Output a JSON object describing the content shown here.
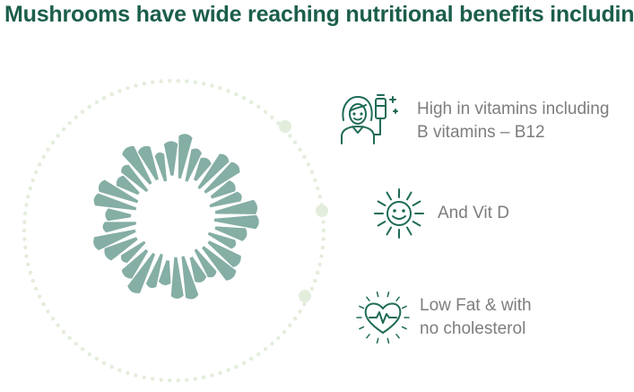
{
  "title": "Mushrooms have wide reaching nutritional benefits including:",
  "colors": {
    "title": "#1b5e4b",
    "icon": "#1f6b57",
    "text": "#7d7d7d",
    "burst": "#85aea5",
    "orbit": "#e3eddc"
  },
  "benefits": [
    {
      "icon": "person-with-iv-icon",
      "line1": "High in vitamins including",
      "line2": "B vitamins – B12"
    },
    {
      "icon": "smiling-sun-icon",
      "line1": "And Vit D",
      "line2": ""
    },
    {
      "icon": "heart-pulse-icon",
      "line1": "Low Fat & with",
      "line2": "no cholesterol"
    }
  ]
}
